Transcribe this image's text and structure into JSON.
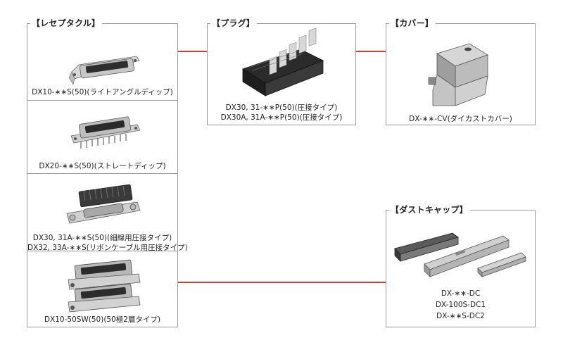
{
  "receptacle": {
    "title": "【レセプタクル】",
    "items": [
      {
        "lines": [
          "DX10-∗∗S(50)(ライトアングルディップ)"
        ]
      },
      {
        "lines": [
          "DX20-∗∗S(50)(ストレートディップ)"
        ]
      },
      {
        "lines": [
          "DX30, 31A-∗∗S(50)(細線用圧接タイプ)",
          "DX32, 33A-∗∗S(リボンケーブル用圧接タイプ)"
        ]
      },
      {
        "lines": [
          "DX10-50SW(50)(50極2層タイプ)"
        ]
      }
    ]
  },
  "plug": {
    "title": "【プラグ】",
    "lines": [
      "DX30, 31-∗∗P(50)(圧接タイプ)",
      "DX30A, 31A-∗∗P(50)(圧接タイプ)"
    ]
  },
  "cover": {
    "title": "【カバー】",
    "lines": [
      "DX-∗∗-CV(ダイカストカバー)"
    ]
  },
  "dustcap": {
    "title": "【ダストキャップ】",
    "lines": [
      "DX-∗∗-DC",
      "DX-100S-DC1",
      "DX-∗∗S-DC2"
    ]
  },
  "colors": {
    "connector_line": "#d9412f",
    "border": "#9a9a9a"
  }
}
